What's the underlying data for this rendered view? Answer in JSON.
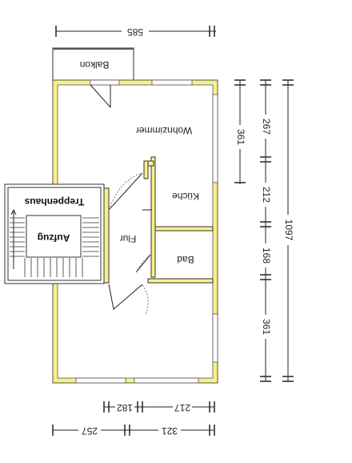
{
  "rooms": {
    "balcony": "Balkon",
    "living": "Wohnzimmer",
    "kitchen": "Küche",
    "hall": "Flur",
    "bath": "Bad",
    "stairs": "Treppenhaus",
    "elevator": "Aufzug"
  },
  "dimensions": {
    "top_width": "585",
    "right_1": "267",
    "right_2": "212",
    "right_3": "168",
    "right_4": "361",
    "right_total": "1097",
    "inner_right_1": "361",
    "bottom_1a": "217",
    "bottom_1b": "182",
    "bottom_2a": "321",
    "bottom_2b": "257"
  },
  "colors": {
    "wall_fill": "#f8f08a",
    "wall_stroke": "#555555",
    "line": "#222222"
  }
}
